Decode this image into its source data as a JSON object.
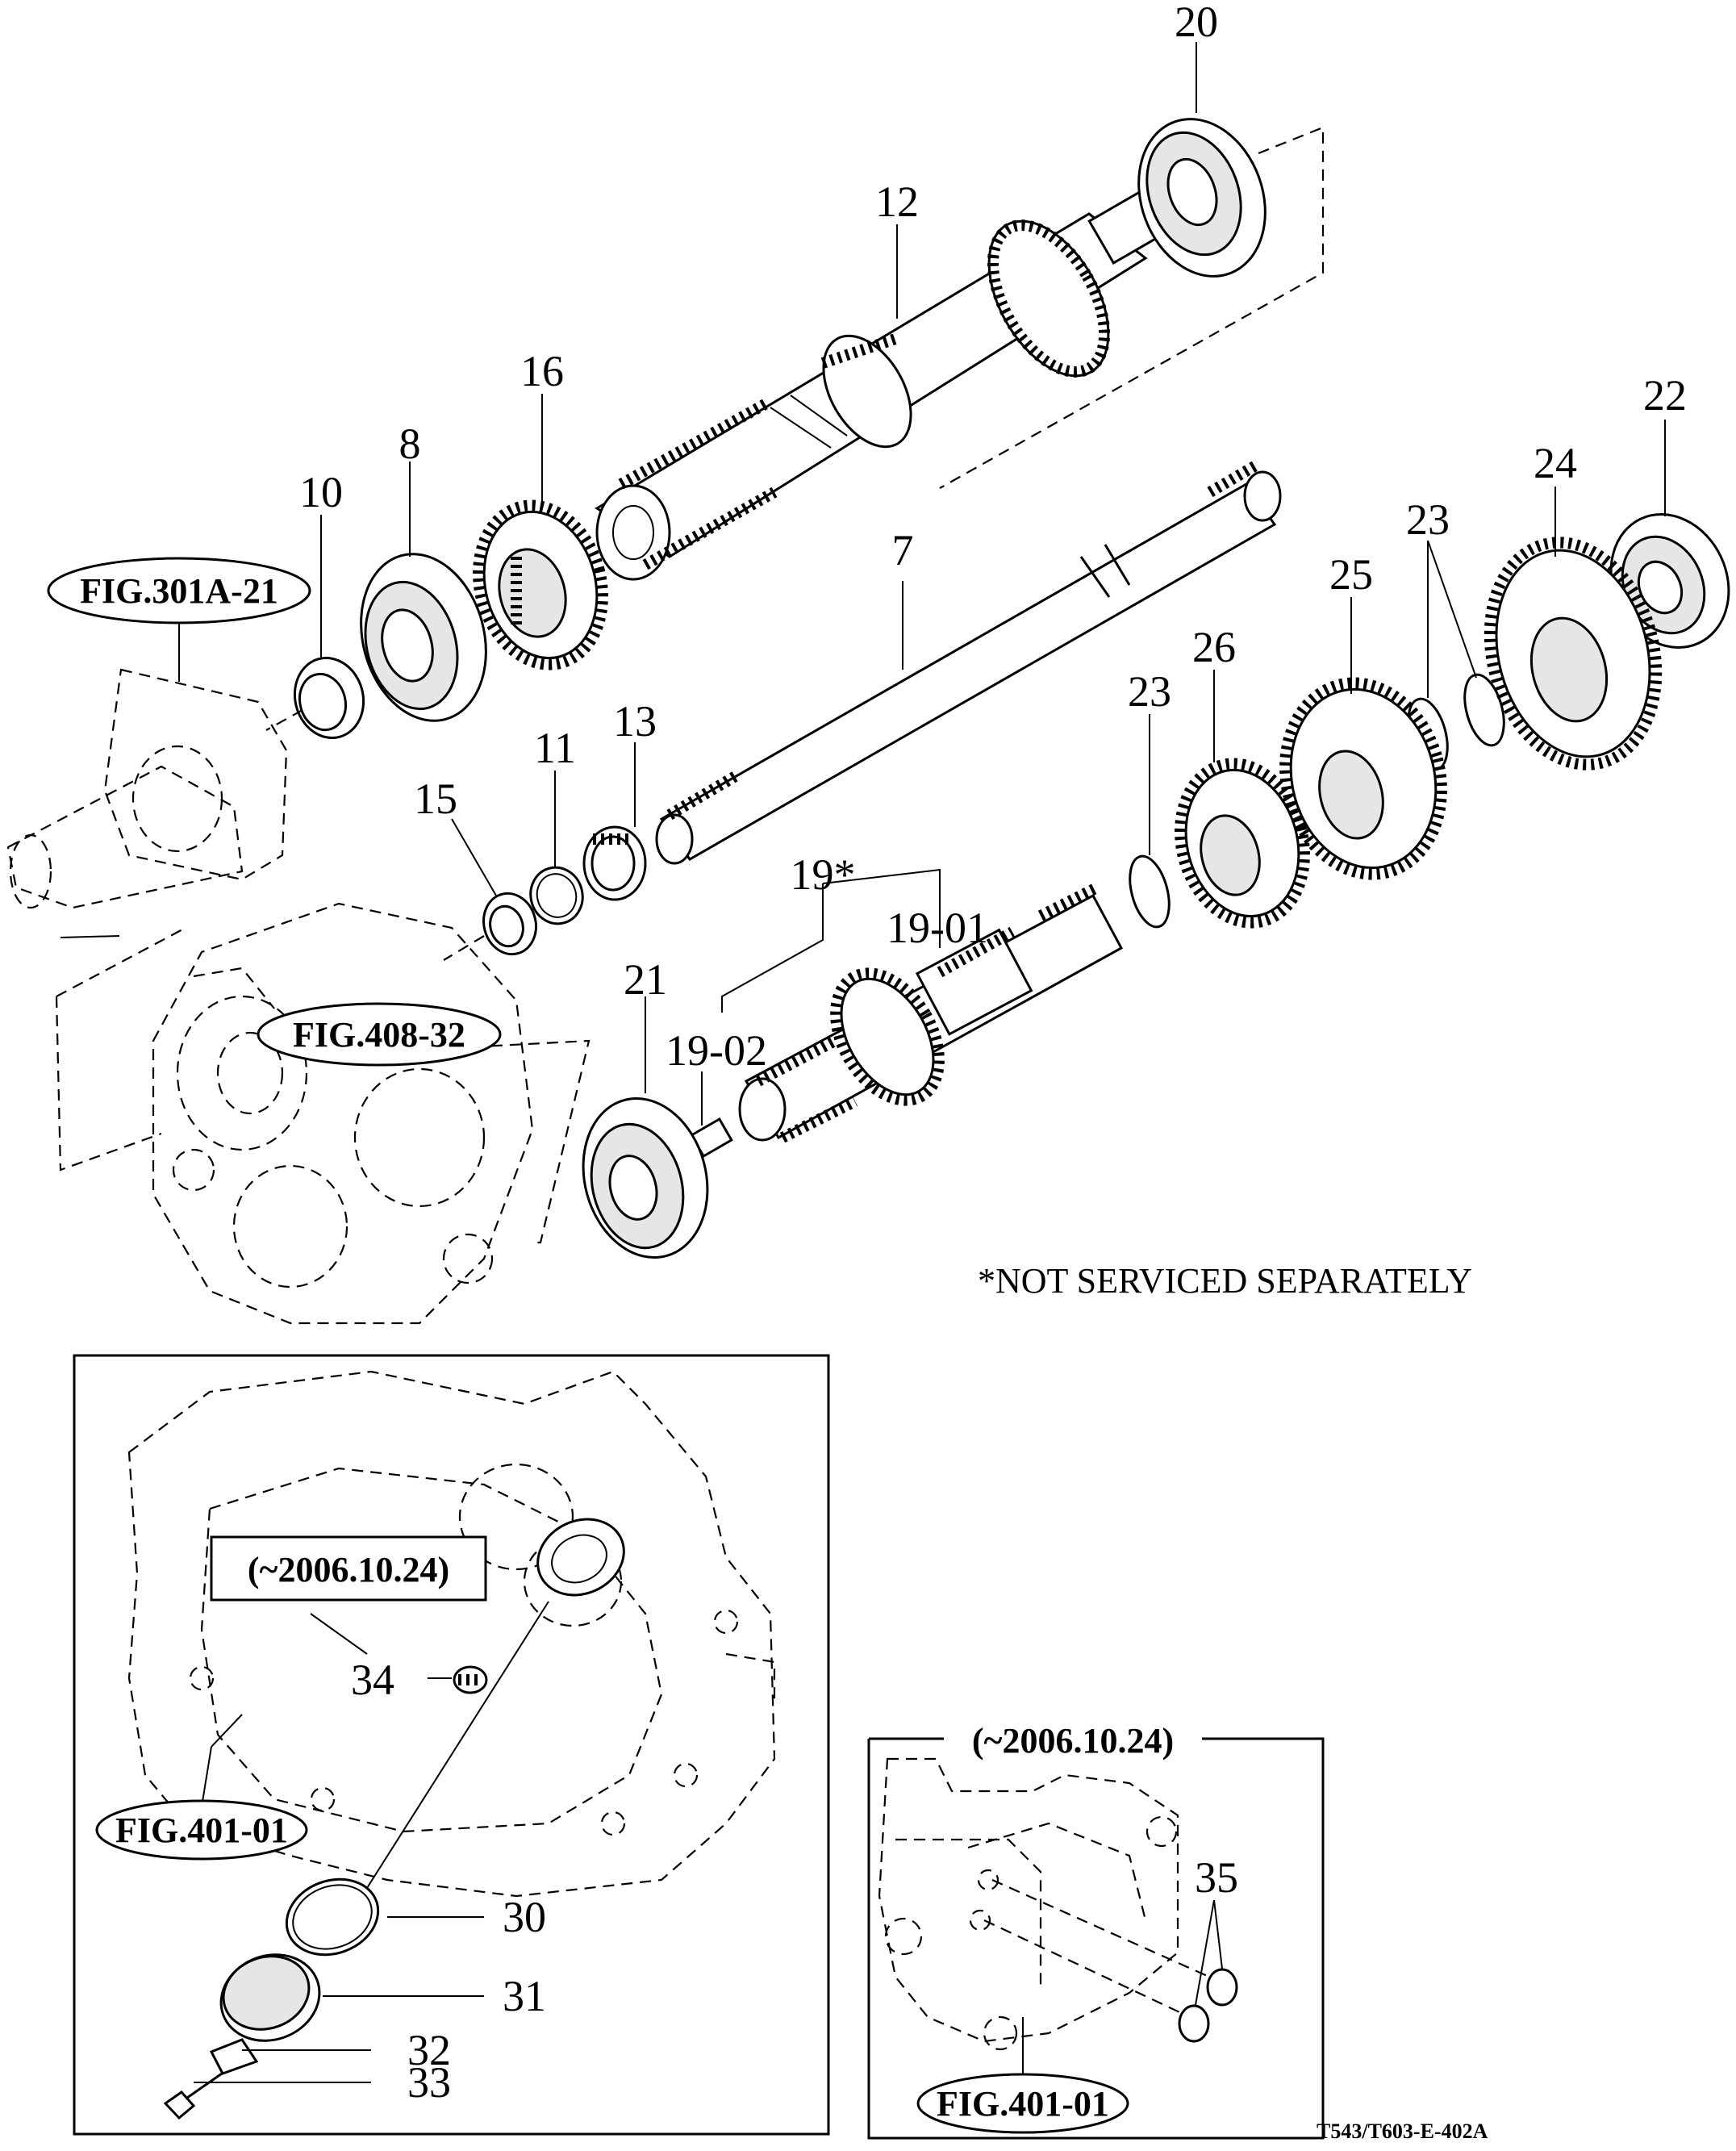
{
  "parts": {
    "p20": "20",
    "p12": "12",
    "p16": "16",
    "p8": "8",
    "p10": "10",
    "p22": "22",
    "p24": "24",
    "p23a": "23",
    "p25": "25",
    "p7": "7",
    "p26": "26",
    "p23b": "23",
    "p11": "11",
    "p13": "13",
    "p15": "15",
    "p19": "19*",
    "p19_01": "19-01",
    "p21": "21",
    "p19_02": "19-02",
    "p34": "34",
    "p30": "30",
    "p31": "31",
    "p32": "32",
    "p33": "33",
    "p35": "35"
  },
  "refs": {
    "fig301a": "FIG.301A-21",
    "fig408": "FIG.408-32",
    "fig401_left": "FIG.401-01",
    "fig401_right": "FIG.401-01"
  },
  "inset_dates": {
    "left": "(~2006.10.24)",
    "right": "(~2006.10.24)"
  },
  "note": "*NOT SERVICED SEPARATELY",
  "drawing_code": "T543/T603-E-402A"
}
